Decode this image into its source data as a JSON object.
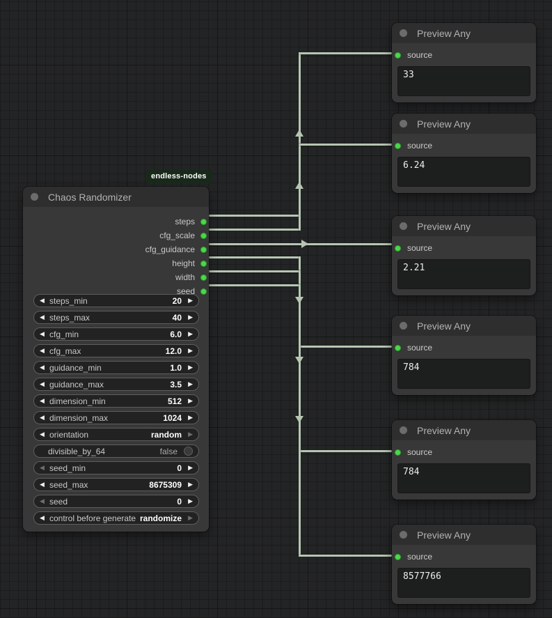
{
  "badge": {
    "text": "endless-nodes"
  },
  "colors": {
    "canvas_bg": "#232425",
    "node_bg": "#383838",
    "titlebar_bg": "#2e2e2e",
    "port_green": "#49d849",
    "wire": "#b7c6b3",
    "badge_bg": "#18291a",
    "widget_bg": "#222222",
    "widget_border": "#5e5e5e"
  },
  "chaos_node": {
    "title": "Chaos Randomizer",
    "outputs": [
      {
        "name": "steps"
      },
      {
        "name": "cfg_scale"
      },
      {
        "name": "cfg_guidance"
      },
      {
        "name": "height"
      },
      {
        "name": "width"
      },
      {
        "name": "seed"
      }
    ],
    "widgets": [
      {
        "label": "steps_min",
        "value": "20"
      },
      {
        "label": "steps_max",
        "value": "40"
      },
      {
        "label": "cfg_min",
        "value": "6.0"
      },
      {
        "label": "cfg_max",
        "value": "12.0"
      },
      {
        "label": "guidance_min",
        "value": "1.0"
      },
      {
        "label": "guidance_max",
        "value": "3.5"
      },
      {
        "label": "dimension_min",
        "value": "512"
      },
      {
        "label": "dimension_max",
        "value": "1024"
      },
      {
        "label": "orientation",
        "value": "random"
      },
      {
        "label": "divisible_by_64",
        "value": "false"
      },
      {
        "label": "seed_min",
        "value": "0"
      },
      {
        "label": "seed_max",
        "value": "8675309"
      },
      {
        "label": "seed",
        "value": "0"
      },
      {
        "label": "control before generate",
        "value": "randomize"
      }
    ]
  },
  "preview_nodes": [
    {
      "title": "Preview Any",
      "input": "source",
      "value": "33"
    },
    {
      "title": "Preview Any",
      "input": "source",
      "value": "6.24"
    },
    {
      "title": "Preview Any",
      "input": "source",
      "value": "2.21"
    },
    {
      "title": "Preview Any",
      "input": "source",
      "value": "784"
    },
    {
      "title": "Preview Any",
      "input": "source",
      "value": "784"
    },
    {
      "title": "Preview Any",
      "input": "source",
      "value": "8577766"
    }
  ]
}
